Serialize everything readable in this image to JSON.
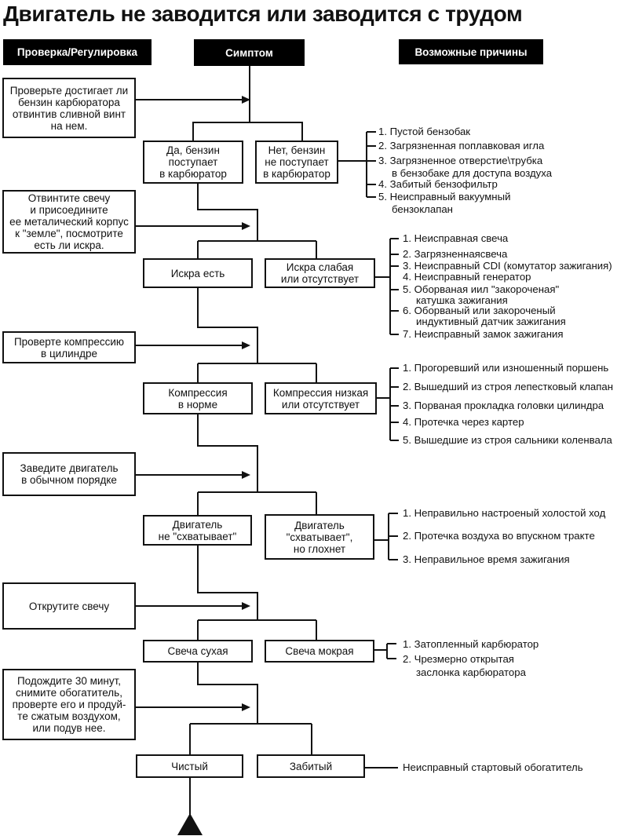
{
  "title": "Двигатель не заводится или заводится с трудом",
  "colors": {
    "ink": "#111111",
    "background": "#ffffff"
  },
  "headers": {
    "check": "Проверка/Регулировка",
    "symptom": "Симптом",
    "causes": "Возможные причины"
  },
  "checks": [
    {
      "text": "Проверьте достигает ли\nбензин карбюратора\nотвинтив сливной винт\nна нем."
    },
    {
      "text": "Отвинтите свечу\nи присоедините\nее металический корпус\nк \"земле\", посмотрите\nесть ли искра."
    },
    {
      "text": "Проверте компрессию\nв цилиндре"
    },
    {
      "text": "Заведите двигатель\nв обычном порядке"
    },
    {
      "text": "Открутите свечу"
    },
    {
      "text": "Подождите 30 минут,\nснимите обогатитель,\nпроверте его и продуй-\nте сжатым воздухом,\nили подув нее."
    }
  ],
  "symptoms": [
    {
      "left": "Да, бензин\nпоступает\nв карбюратор",
      "right": "Нет, бензин\nне поступает\nв карбюратор"
    },
    {
      "left": "Искра есть",
      "right": "Искра слабая\nили отсутствует"
    },
    {
      "left": "Компрессия\nв норме",
      "right": "Компрессия низкая\nили отсутствует"
    },
    {
      "left": "Двигатель\nне \"схватывает\"",
      "right": "Двигатель\n\"схватывает\",\nно глохнет"
    },
    {
      "left": "Свеча сухая",
      "right": "Свеча мокрая"
    },
    {
      "left": "Чистый",
      "right": "Забитый"
    }
  ],
  "causes": [
    {
      "items": [
        "1. Пустой бензобак",
        "2. Загрязненная поплавковая игла",
        "3. Загрязненное отверстие\\трубка\nв бензобаке для доступа воздуха",
        "4. Забитый бензофильтр",
        "5. Неисправный вакуумный\nбензоклапан"
      ]
    },
    {
      "items": [
        "1. Неисправная свеча",
        "2. Загрязненнаясвеча",
        "3. Неисправный CDI (комутатор зажигания)",
        "4. Неисправный генератор",
        "5. Оборваная иил \"закороченая\"\nкатушка зажигания",
        "6. Оборваный или закороченый\nиндуктивный датчик зажигания",
        "7. Неисправный замок зажигания"
      ]
    },
    {
      "items": [
        "1. Прогоревший или изношенный поршень",
        "2. Вышедший из строя лепестковый клапан",
        "3. Порваная прокладка головки цилиндра",
        "4. Протечка через картер",
        "5. Вышедшие из строя сальники коленвала"
      ]
    },
    {
      "items": [
        "1. Неправильно настроеный холостой ход",
        "2. Протечка воздуха во впускном тракте",
        "3. Неправильное время зажигания"
      ]
    },
    {
      "items": [
        "1. Затопленный карбюратор",
        "2. Чрезмерно открытая\nзаслонка карбюратора"
      ]
    },
    {
      "items": [
        "Неисправный стартовый обогатитель"
      ]
    }
  ]
}
